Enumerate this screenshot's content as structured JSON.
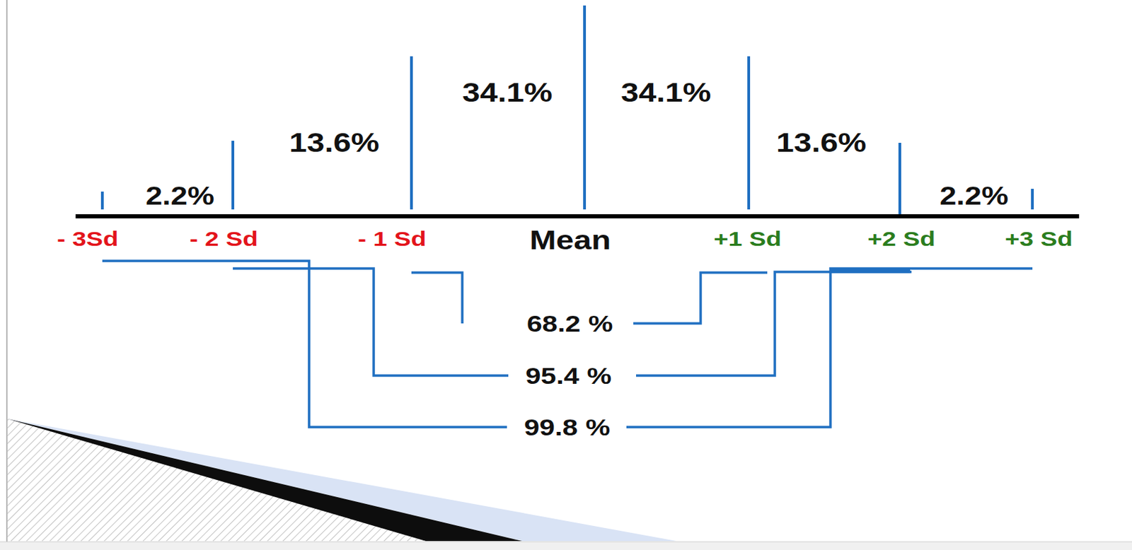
{
  "diagram": {
    "labels": [
      "34.1%",
      "34.1%",
      "13.6%",
      "13.6%",
      "2.2%",
      "2.2%",
      "- 3Sd",
      "- 2 Sd",
      "- 1 Sd",
      "Mean",
      "+1 Sd",
      "+2 Sd",
      "+3 Sd",
      "68.2 %",
      "95.4 %",
      "99.8 %"
    ]
  }
}
